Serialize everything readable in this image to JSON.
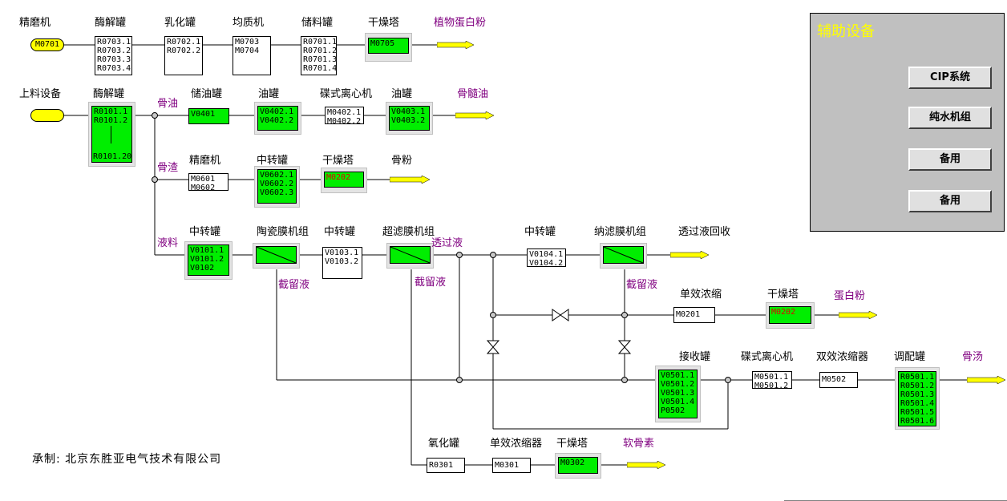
{
  "colors": {
    "running": "#00ee00",
    "process_label": "#800080",
    "arrow": "#ffff00",
    "panel": "#c0c0c0",
    "panel_title": "#ffff00"
  },
  "row1": {
    "refiner_label": "精磨机",
    "refiner_tag": "M0701",
    "enzyme_label": "酶解罐",
    "enzyme_ids": "R0703.1\nR0703.2\nR0703.3\nR0703.4",
    "emul_label": "乳化罐",
    "emul_ids": "R0702.1\nR0702.2",
    "homog_label": "均质机",
    "homog_ids": "M0703\nM0704",
    "storage_label": "储料罐",
    "storage_ids": "R0701.1\nR0701.2\nR0701.3\nR0701.4",
    "dryer_label": "干燥塔",
    "dryer_id": "M0705",
    "product": "植物蛋白粉"
  },
  "row2": {
    "feed_label": "上料设备",
    "enzyme_label": "酶解罐",
    "enzyme_ids": "R0101.1\nR0101.2",
    "enzyme_last": "R0101.20",
    "oil_stream": "骨油",
    "oil_storage_label": "储油罐",
    "oil_storage_id": "V0401",
    "oil_tank_label": "油罐",
    "oil_tank_ids": "V0402.1\nV0402.2",
    "centrifuge_label": "碟式离心机",
    "centrifuge_ids": "M0402.1\nM0402.2",
    "oil_tank2_label": "油罐",
    "oil_tank2_ids": "V0403.1\nV0403.2",
    "product": "骨髓油"
  },
  "row3": {
    "residue_stream": "骨渣",
    "refiner_label": "精磨机",
    "refiner_ids": "M0601\nM0602",
    "transfer_label": "中转罐",
    "transfer_ids": "V0602.1\nV0602.2\nV0602.3",
    "dryer_label": "干燥塔",
    "dryer_id": "M0202",
    "product": "骨粉"
  },
  "row4": {
    "liquid_stream": "液料",
    "transfer_label": "中转罐",
    "transfer_ids": "V0101.1\nV0101.2\nV0102",
    "ceramic_label": "陶瓷膜机组",
    "transfer2_label": "中转罐",
    "transfer2_ids": "V0103.1\nV0103.2",
    "uf_label": "超滤膜机组",
    "permeate": "透过液",
    "transfer3_label": "中转罐",
    "transfer3_ids": "V0104.1\nV0104.2",
    "nf_label": "纳滤膜机组",
    "recover": "透过液回收",
    "retentate1": "截留液",
    "retentate2": "截留液",
    "retentate3": "截留液"
  },
  "row5": {
    "evap_label": "单效浓缩",
    "evap_id": "M0201",
    "dryer_label": "干燥塔",
    "dryer_id": "M0202",
    "product": "蛋白粉"
  },
  "row6": {
    "receive_label": "接收罐",
    "receive_ids": "V0501.1\nV0501.2\nV0501.3\nV0501.4\nP0502",
    "centrifuge_label": "碟式离心机",
    "centrifuge_ids": "M0501.1\nM0501.2",
    "evap2_label": "双效浓缩器",
    "evap2_id": "M0502",
    "mix_label": "调配罐",
    "mix_ids": "R0501.1\nR0501.2\nR0501.3\nR0501.4\nR0501.5\nR0501.6",
    "product": "骨汤"
  },
  "row7": {
    "oxid_label": "氧化罐",
    "oxid_id": "R0301",
    "evap_label": "单效浓缩器",
    "evap_id": "M0301",
    "dryer_label": "干燥塔",
    "dryer_id": "M0302",
    "product": "软骨素"
  },
  "aux": {
    "title": "辅助设备",
    "cip": "CIP系统",
    "water": "纯水机组",
    "spare1": "备用",
    "spare2": "备用"
  },
  "credit": "承制: 北京东胜亚电气技术有限公司"
}
